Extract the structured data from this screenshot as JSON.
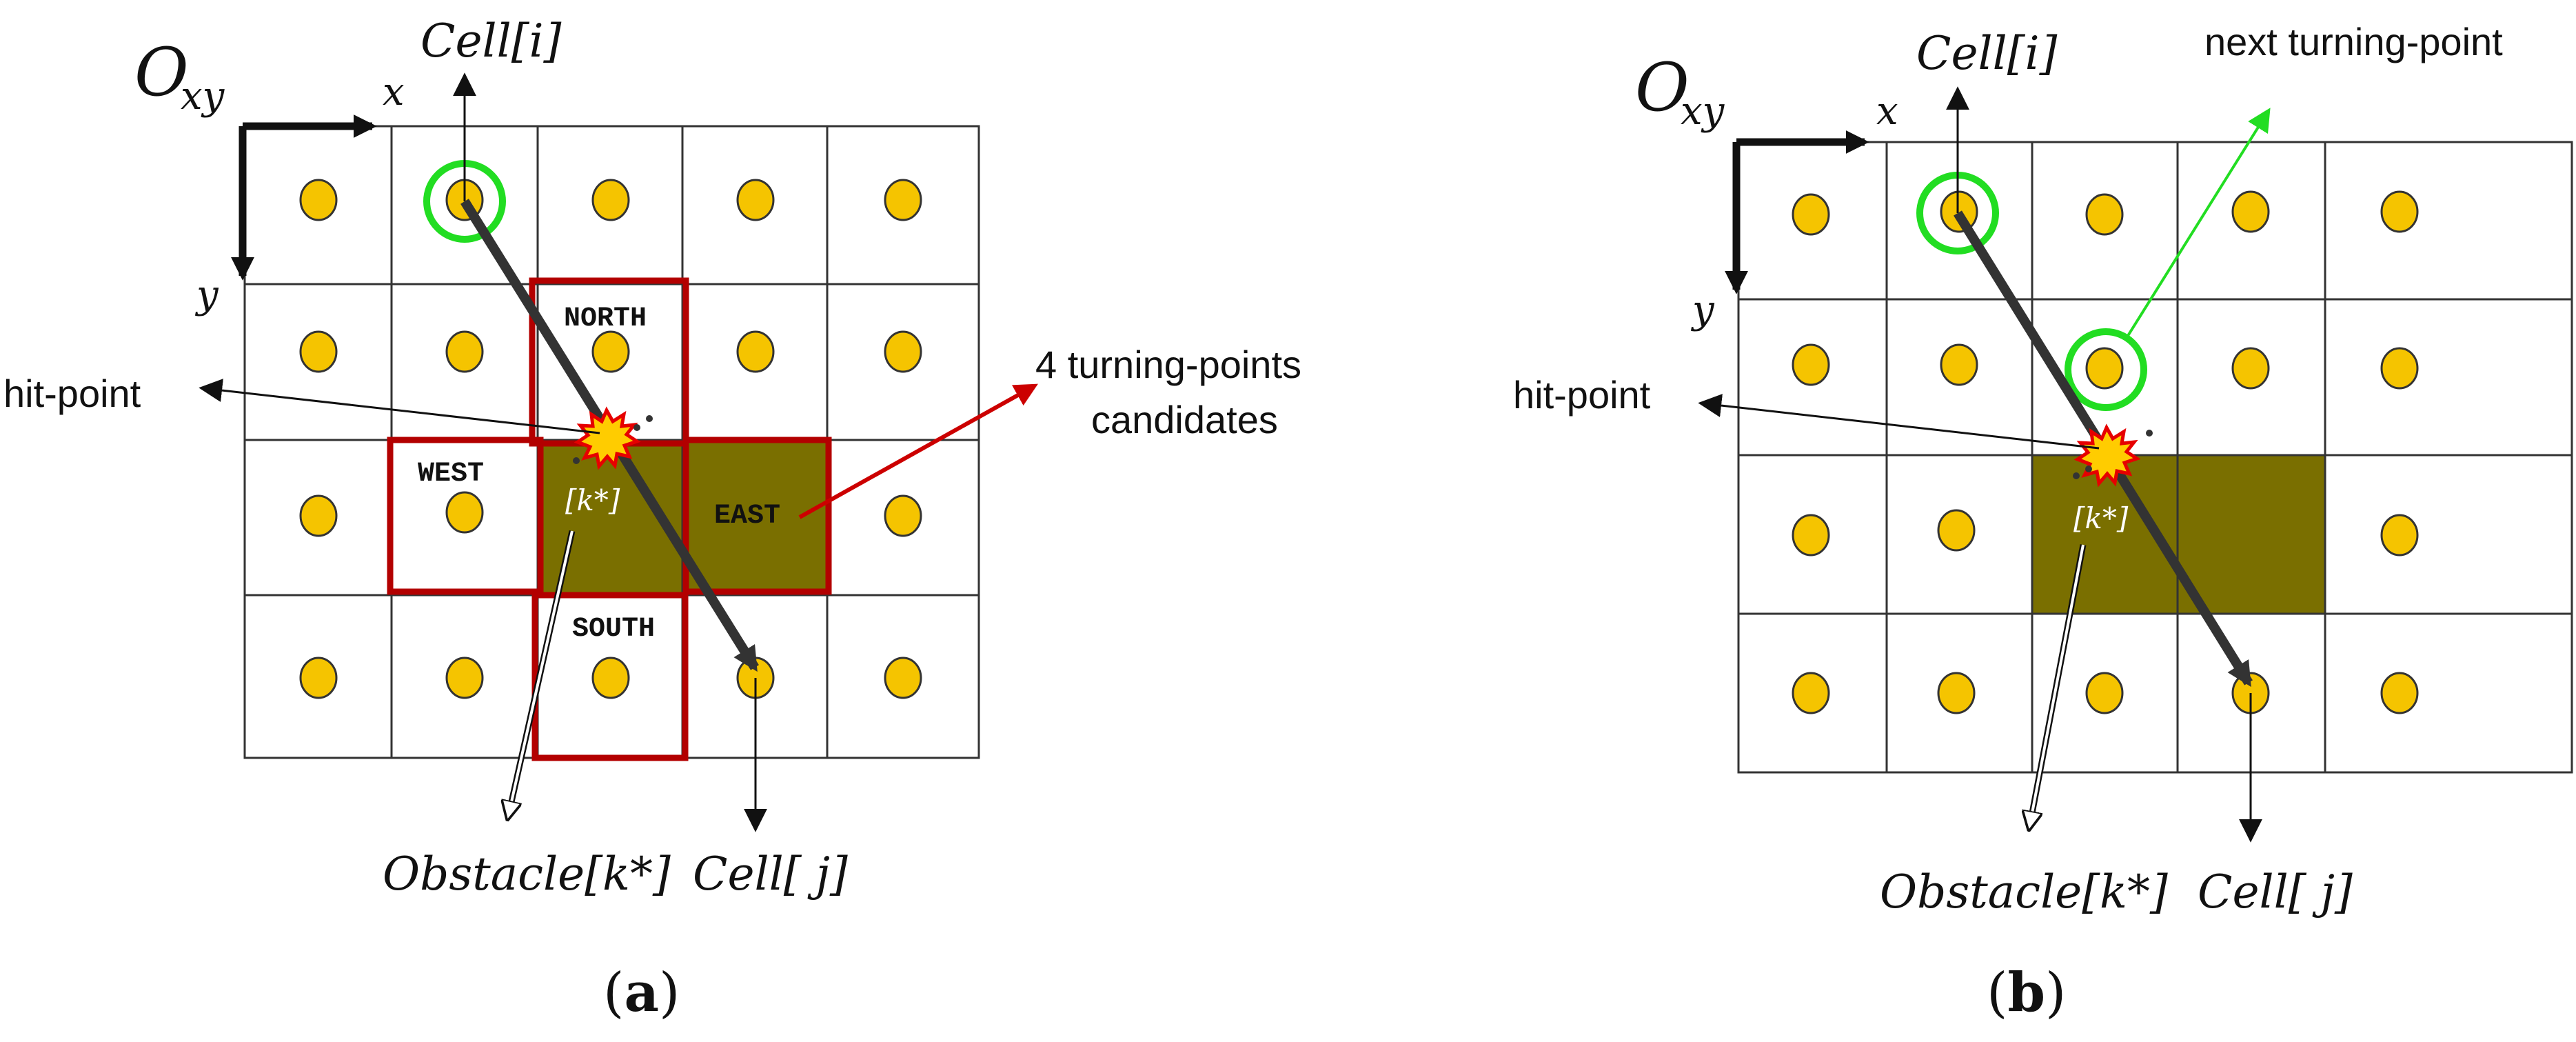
{
  "colors": {
    "cell_dot_fill": "#f5c400",
    "cell_dot_stroke": "#333333",
    "obstacle_fill": "#7a6f00",
    "candidate_border": "#b30000",
    "highlight_circle": "#22dd22",
    "path_arrow": "#333333",
    "grid_line": "#333333"
  },
  "panel_a": {
    "caption_open": "(",
    "caption_letter": "a",
    "caption_close": ")",
    "origin_label": "O",
    "origin_subscript": "xy",
    "x_axis_label": "x",
    "y_axis_label": "y",
    "cell_i_label": "Cell[i]",
    "cell_j_label": "Cell[ j]",
    "obstacle_label": "Obstacle[k*]",
    "obstacle_inner_label": "[k*]",
    "hit_point_label": "hit-point",
    "candidates_line1": "4 turning-points",
    "candidates_line2": "candidates",
    "north_label": "NORTH",
    "south_label": "SOUTH",
    "east_label": "EAST",
    "west_label": "WEST"
  },
  "panel_b": {
    "caption_open": "(",
    "caption_letter": "b",
    "caption_close": ")",
    "origin_label": "O",
    "origin_subscript": "xy",
    "x_axis_label": "x",
    "y_axis_label": "y",
    "cell_i_label": "Cell[i]",
    "cell_j_label": "Cell[ j]",
    "obstacle_label": "Obstacle[k*]",
    "obstacle_inner_label": "[k*]",
    "hit_point_label": "hit-point",
    "next_turning_label": "next turning-point"
  }
}
